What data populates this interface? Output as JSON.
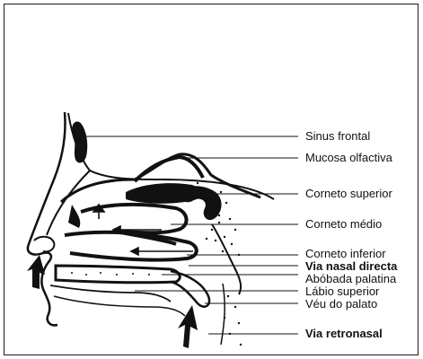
{
  "labels": {
    "sinus_frontal": "Sinus frontal",
    "mucosa_olfactiva": "Mucosa olfactiva",
    "corneto_superior": "Corneto superior",
    "corneto_medio": "Corneto médio",
    "corneto_inferior": "Corneto inferior",
    "via_nasal_directa": "Via nasal directa",
    "abobada_palatina": "Abóbada palatina",
    "labio_superior": "Lábio superior",
    "veu_do_palato": "Véu do palato",
    "via_retronasal": "Via retronasal"
  },
  "colors": {
    "ink": "#111111",
    "paper": "#ffffff"
  }
}
